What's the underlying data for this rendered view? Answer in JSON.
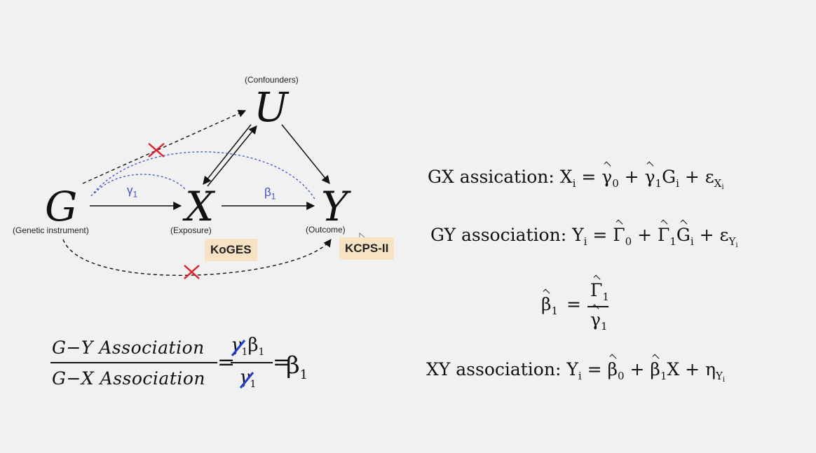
{
  "diagram": {
    "nodes": {
      "U": {
        "symbol": "U",
        "label": "(Confounders)"
      },
      "G": {
        "symbol": "G",
        "label": "(Genetic instrument)"
      },
      "X": {
        "symbol": "X",
        "label": "(Exposure)"
      },
      "Y": {
        "symbol": "Y",
        "label": "(Outcome)"
      }
    },
    "coefficients": {
      "gamma": {
        "base": "γ",
        "sub": "1"
      },
      "beta": {
        "base": "β",
        "sub": "1"
      }
    },
    "cohorts": {
      "exposure": "KoGES",
      "outcome": "KCPS-II"
    },
    "colors": {
      "blocked_marker": "#e0202a",
      "coefficient_path": "#3a4fd0",
      "cohort_badge": "#f7e3c4"
    }
  },
  "ratio": {
    "numerator": "G−Y Association",
    "denominator": "G−X Association",
    "equals": "=",
    "middle_num_cross": "γ",
    "middle_num_sub": "1",
    "middle_num_rest": "β",
    "middle_num_rest_sub": "1",
    "middle_den_cross": "γ",
    "middle_den_sub": "1",
    "result": "β",
    "result_sub": "1"
  },
  "equations": {
    "gx": {
      "label": "GX assication:",
      "lhs": "X",
      "lhs_sub": "i",
      "rhs_a": "γ",
      "rhs_a_sub": "0",
      "rhs_b": "γ",
      "rhs_b_sub": "1",
      "rhs_b_var": "G",
      "rhs_b_var_sub": "i",
      "err": "ε",
      "err_sub": "X",
      "err_sub2": "i"
    },
    "gy": {
      "label": "GY association:",
      "lhs": "Y",
      "lhs_sub": "i",
      "rhs_a": "Γ",
      "rhs_a_sub": "0",
      "rhs_b": "Γ",
      "rhs_b_sub": "1",
      "rhs_b_var": "G",
      "rhs_b_var_sub": "i",
      "err": "ε",
      "err_sub": "Y",
      "err_sub2": "i"
    },
    "beta_ratio": {
      "lhs": "β",
      "lhs_sub": "1",
      "num": "Γ",
      "num_sub": "1",
      "den": "γ",
      "den_sub": "1"
    },
    "xy": {
      "label": "XY association:",
      "lhs": "Y",
      "lhs_sub": "i",
      "rhs_a": "β",
      "rhs_a_sub": "0",
      "rhs_b": "β",
      "rhs_b_sub": "1",
      "rhs_b_var": "X",
      "err": "η",
      "err_sub": "Y",
      "err_sub2": "i"
    }
  }
}
